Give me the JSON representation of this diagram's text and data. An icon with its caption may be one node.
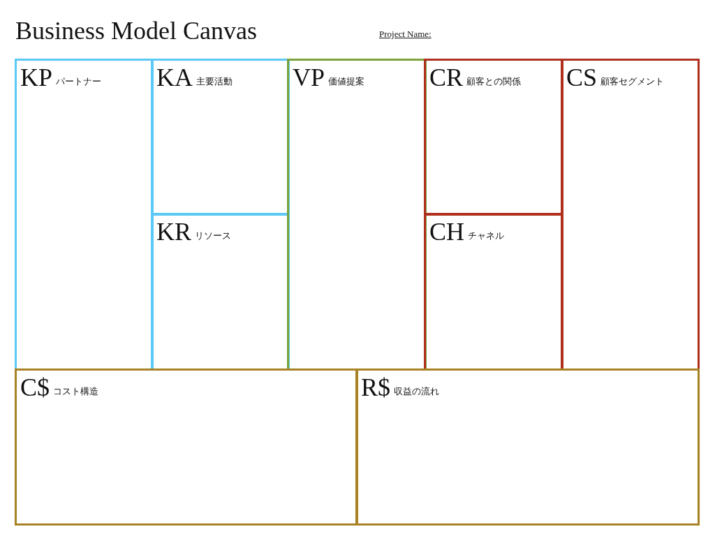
{
  "diagram": {
    "title": "Business Model Canvas",
    "nodes": [
      {
        "text": [
          "KP",
          "パートナー"
        ]
      },
      {
        "text": [
          "KA",
          "主要活動"
        ]
      },
      {
        "text": [
          "KR",
          "リソース"
        ]
      },
      {
        "text": [
          "VP",
          "価値提案"
        ]
      },
      {
        "text": [
          "CR",
          "顧客との関係"
        ]
      },
      {
        "text": [
          "CH",
          "チャネル"
        ]
      },
      {
        "text": [
          "CS",
          "顧客セグメント"
        ]
      },
      {
        "text": [
          "C$",
          "コスト構造"
        ]
      },
      {
        "text": [
          "R$",
          "収益の流れ"
        ]
      }
    ],
    "labels": [
      "Project Name:"
    ]
  }
}
